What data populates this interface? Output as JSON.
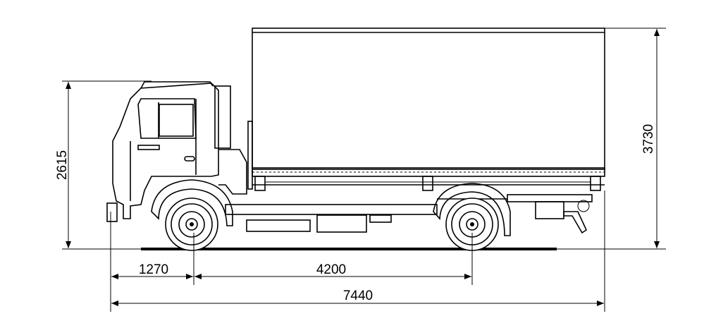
{
  "dimensions": {
    "cab_height": "2615",
    "total_height": "3730",
    "front_overhang": "1270",
    "wheelbase": "4200",
    "total_length": "7440"
  }
}
